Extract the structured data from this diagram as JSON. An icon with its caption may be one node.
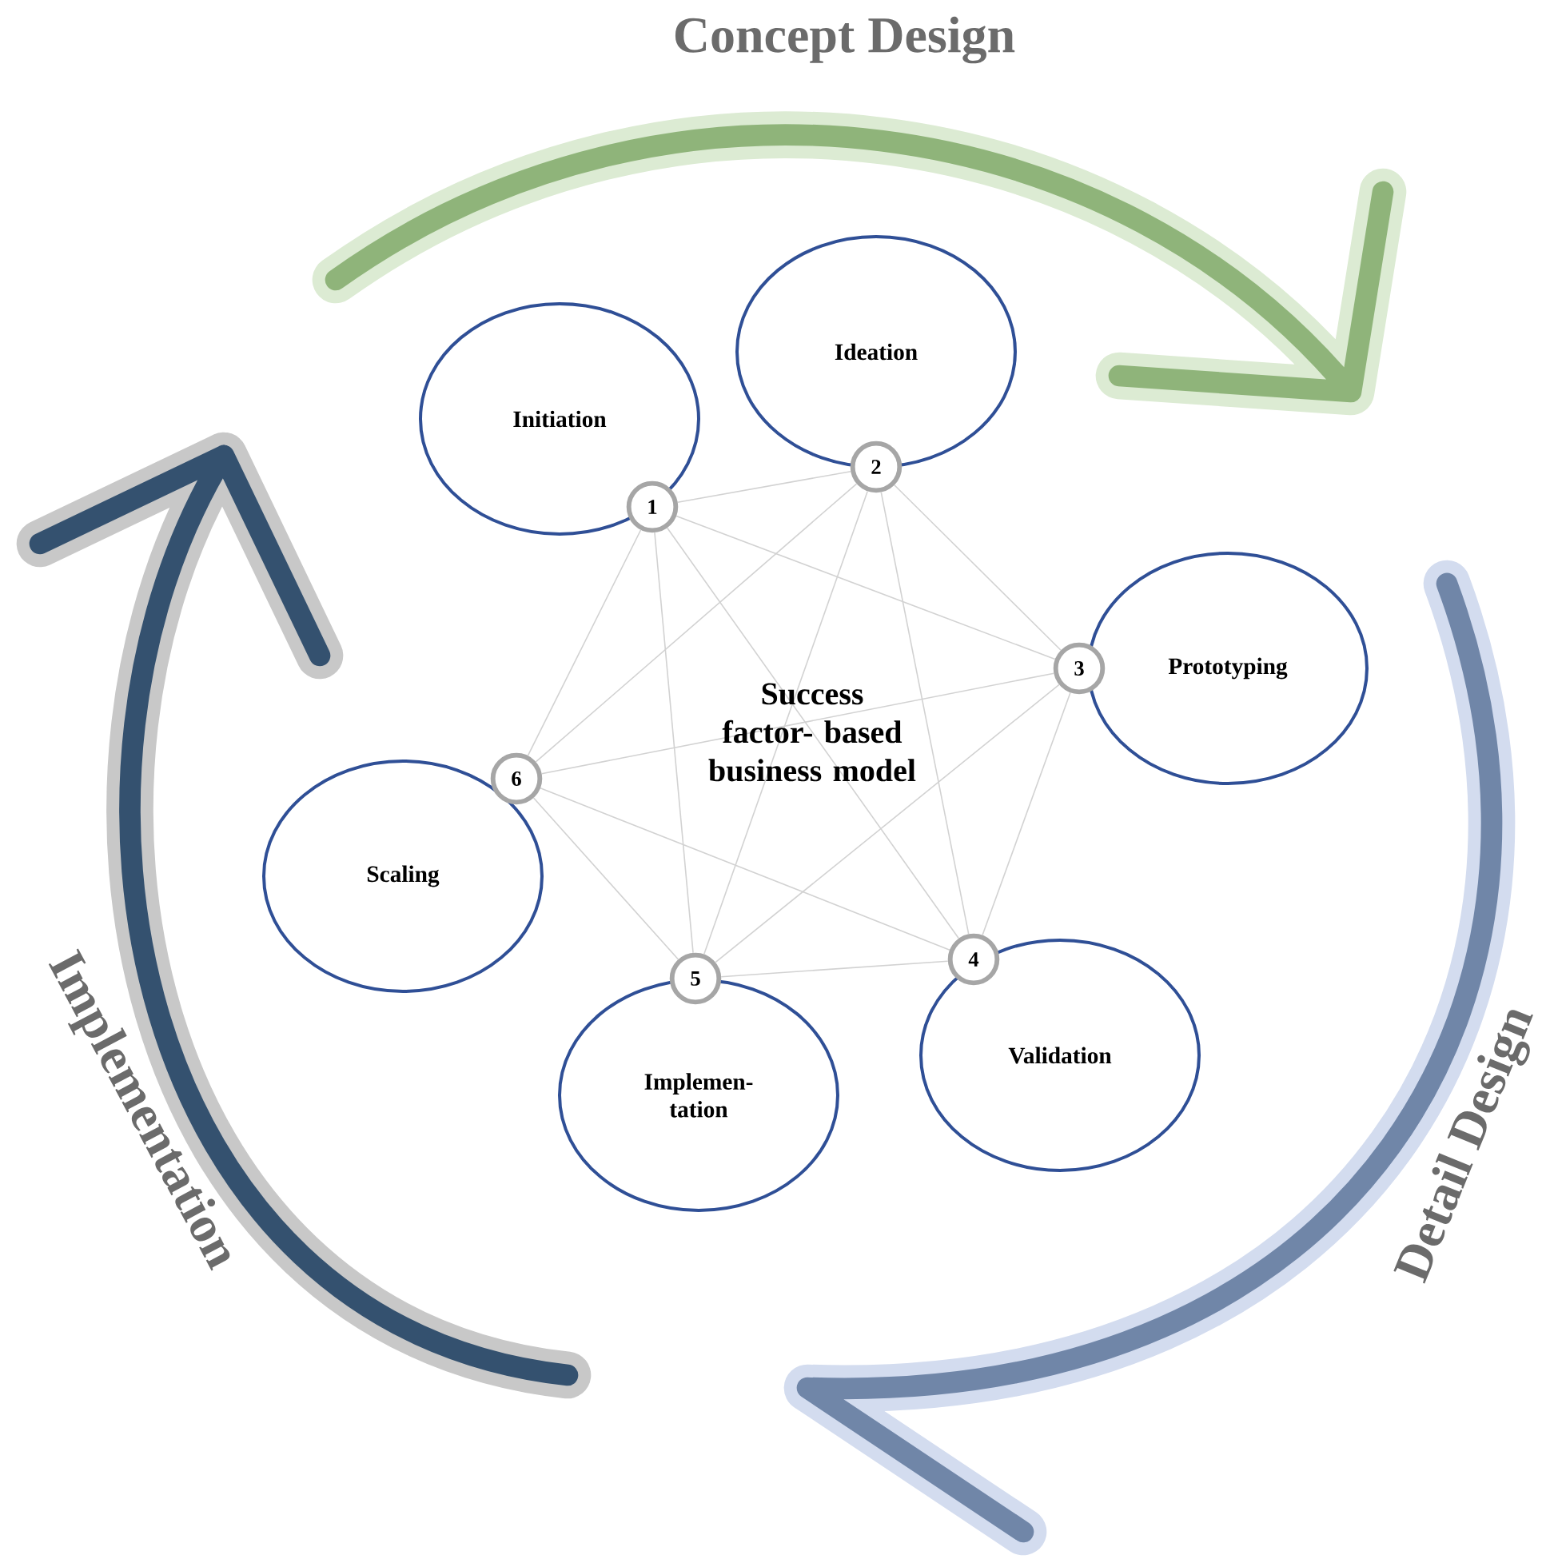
{
  "diagram": {
    "nodes": [
      {
        "text": [
          "Initiation"
        ]
      },
      {
        "text": [
          "Ideation"
        ]
      },
      {
        "text": [
          "Prototyping"
        ]
      },
      {
        "text": [
          "Validation"
        ]
      },
      {
        "text": [
          "Implemen- tation"
        ]
      },
      {
        "text": [
          "Scaling"
        ]
      },
      {
        "text": [
          "1"
        ]
      },
      {
        "text": [
          "2"
        ]
      },
      {
        "text": [
          "3"
        ]
      },
      {
        "text": [
          "4"
        ]
      },
      {
        "text": [
          "5"
        ]
      },
      {
        "text": [
          "6"
        ]
      }
    ],
    "edges": [
      {
        "from": 6,
        "to": 7,
        "arrow": "none"
      },
      {
        "from": 6,
        "to": 8,
        "arrow": "none"
      },
      {
        "from": 6,
        "to": 9,
        "arrow": "none"
      },
      {
        "from": 6,
        "to": 10,
        "arrow": "none"
      },
      {
        "from": 6,
        "to": 11,
        "arrow": "none"
      },
      {
        "from": 7,
        "to": 8,
        "arrow": "none"
      },
      {
        "from": 7,
        "to": 9,
        "arrow": "none"
      },
      {
        "from": 7,
        "to": 10,
        "arrow": "none"
      },
      {
        "from": 7,
        "to": 11,
        "arrow": "none"
      },
      {
        "from": 8,
        "to": 9,
        "arrow": "none"
      },
      {
        "from": 8,
        "to": 10,
        "arrow": "none"
      },
      {
        "from": 8,
        "to": 11,
        "arrow": "none"
      },
      {
        "from": 9,
        "to": 10,
        "arrow": "none"
      },
      {
        "from": 9,
        "to": 11,
        "arrow": "none"
      },
      {
        "from": 10,
        "to": 11,
        "arrow": "none"
      }
    ],
    "labels": [
      "Concept Design",
      "Success factor- based business model",
      "Detail Design",
      "Implementation"
    ]
  }
}
